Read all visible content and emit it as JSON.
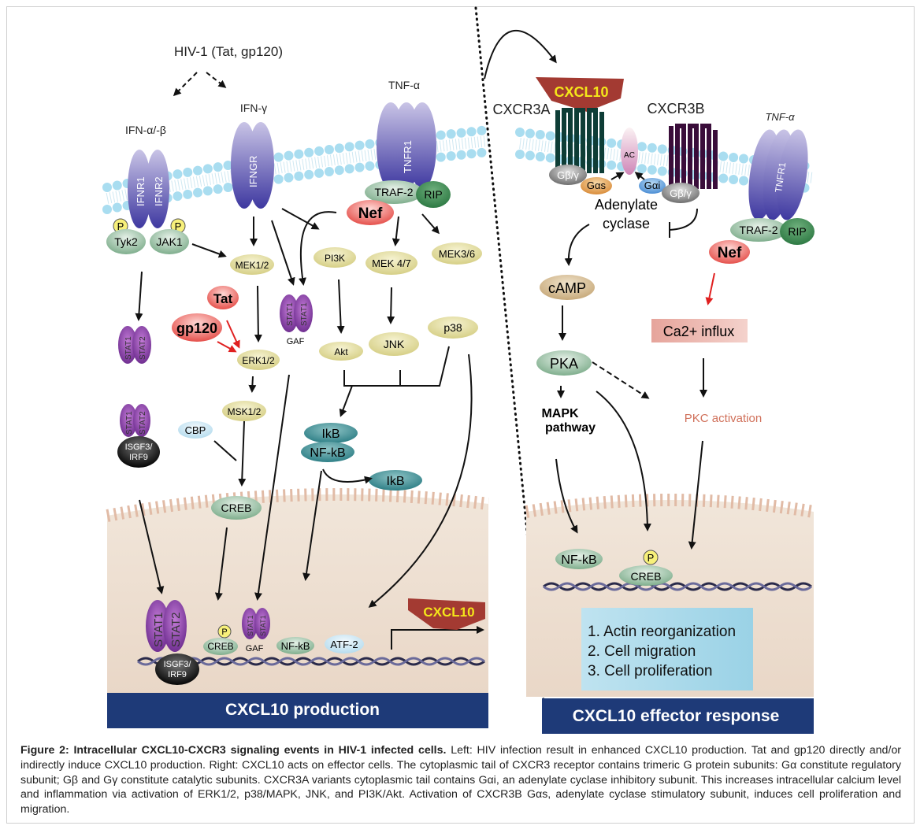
{
  "left": {
    "hiv": "HIV-1 (Tat, gp120)",
    "ifn_ab": "IFN-α/-β",
    "ifn_g": "IFN-γ",
    "tnf_a": "TNF-α",
    "ifnr1": "IFNR1",
    "ifnr2": "IFNR2",
    "ifngr": "IFNGR",
    "tnfr1": "TNFR1",
    "traf2": "TRAF-2",
    "rip": "RIP",
    "nef": "Nef",
    "p": "P",
    "tyk2": "Tyk2",
    "jak1": "JAK1",
    "mek12": "MEK1/2",
    "pi3k": "PI3K",
    "mek47": "MEK 4/7",
    "mek36": "MEK3/6",
    "tat": "Tat",
    "gp120": "gp120",
    "erk12": "ERK1/2",
    "stat1": "STAT1",
    "stat2": "STAT2",
    "gaf": "GAF",
    "akt": "Akt",
    "jnk": "JNK",
    "p38": "p38",
    "msk12": "MSK1/2",
    "cbp": "CBP",
    "creb": "CREB",
    "isgf3_1": "ISGF3/",
    "isgf3_2": "IRF9",
    "ikb": "IkB",
    "nfkb": "NF-kB",
    "atf2": "ATF-2",
    "cxcl10": "CXCL10",
    "banner": "CXCL10 production"
  },
  "right": {
    "cxcl10": "CXCL10",
    "cxcr3a": "CXCR3A",
    "cxcr3b": "CXCR3B",
    "tnf_a": "TNF-α",
    "ac": "AC",
    "gbg": "Gβ/γ",
    "gas": "Gαs",
    "gai": "Gαi",
    "adenylate": "Adenylate",
    "cyclase": "cyclase",
    "tnfr1": "TNFR1",
    "traf2": "TRAF-2",
    "rip": "RIP",
    "nef": "Nef",
    "camp": "cAMP",
    "ca_influx": "Ca2+ influx",
    "pka": "PKA",
    "mapk1": "MAPK",
    "mapk2": "pathway",
    "pkc": "PKC activation",
    "nfkb": "NF-kB",
    "p": "P",
    "creb": "CREB",
    "outcomes": [
      "1. Actin reorganization",
      "2. Cell migration",
      "3. Cell proliferation"
    ],
    "banner": "CXCL10 effector response"
  },
  "caption": {
    "bold": "Figure 2: Intracellular CXCL10-CXCR3 signaling events in HIV-1 infected cells.",
    "text": " Left: HIV infection result in enhanced CXCL10 production. Tat and gp120 directly and/or indirectly induce CXCL10 production. Right: CXCL10 acts on effector cells. The cytoplasmic tail of CXCR3 receptor contains trimeric G protein subunits: Gα constitute regulatory subunit; Gβ and Gγ constitute catalytic subunits. CXCR3A variants cytoplasmic tail contains Gαi, an adenylate cyclase inhibitory subunit. This increases intracellular calcium level and inflammation via activation of ERK1/2, p38/MAPK, JNK, and PI3K/Akt. Activation of CXCR3B Gαs, adenylate cyclase stimulatory subunit, induces cell proliferation and migration."
  },
  "colors": {
    "banner": "#1e3a78",
    "cxcl10": "#a33a32",
    "cxcl10_text": "#f4e61a",
    "red_arrow": "#e02020"
  }
}
